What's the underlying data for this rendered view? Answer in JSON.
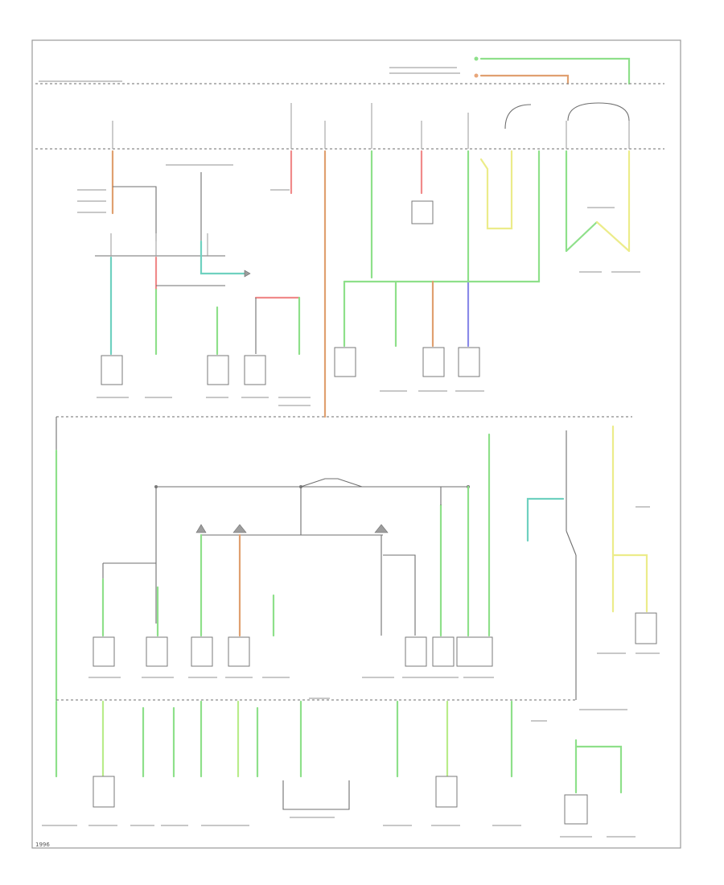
{
  "diagram": {
    "page_number": "1996",
    "legend": [
      {
        "name": "legend-green",
        "color": "#8ee08a"
      },
      {
        "name": "legend-orange",
        "color": "#e8a67a"
      }
    ],
    "wire_colors": {
      "green": "#8ee08a",
      "lightgreen": "#b9ec8a",
      "orange": "#e0a070",
      "pink": "#f08a8a",
      "teal": "#6fd1c0",
      "yellow": "#ecec8a",
      "blue": "#8a8ae8",
      "gray": "#8a8a8a"
    }
  }
}
